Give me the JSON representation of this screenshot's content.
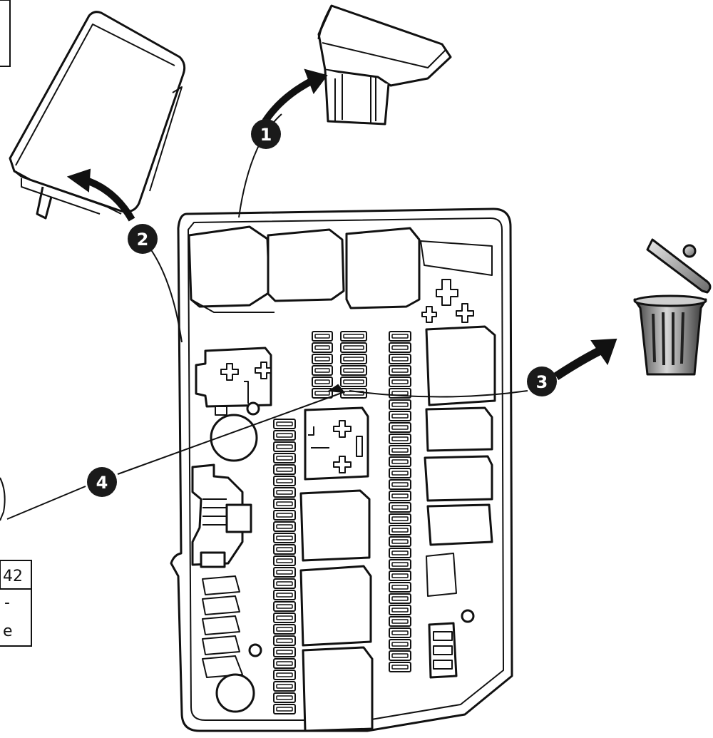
{
  "colors": {
    "outline": "#111111",
    "fill": "#ffffff",
    "shade": "#d9d9d9",
    "callout": "#1a1a1a",
    "bin_light": "#c8c8c8",
    "bin_dark": "#3a3a3a"
  },
  "callouts": [
    {
      "id": "1",
      "label": "1"
    },
    {
      "id": "2",
      "label": "2"
    },
    {
      "id": "3",
      "label": "3"
    },
    {
      "id": "4",
      "label": "4"
    }
  ],
  "reference_box": {
    "lines": [
      "42",
      "-",
      "e"
    ]
  },
  "icons": {
    "trash": "trash-bin-icon"
  }
}
